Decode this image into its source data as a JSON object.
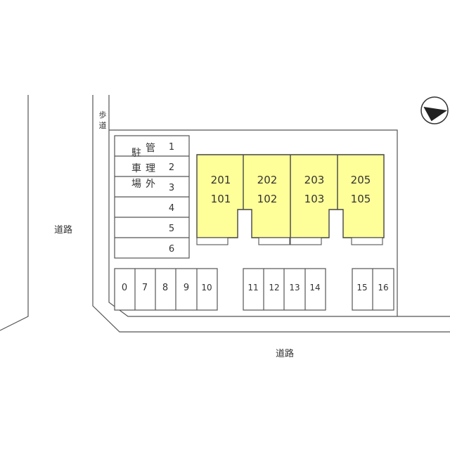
{
  "colors": {
    "line": "#555555",
    "building_fill": "#ffff99",
    "background": "#ffffff"
  },
  "labels": {
    "sidewalk_top": "歩",
    "sidewalk_bottom": "道",
    "road_left": "道路",
    "road_bottom": "道路",
    "parking_note_col1": [
      "駐",
      "車",
      "場"
    ],
    "parking_note_col2": [
      "管",
      "理",
      "外"
    ],
    "north_symbol": "north-arrow-icon"
  },
  "units": [
    {
      "upper": "201",
      "lower": "101"
    },
    {
      "upper": "202",
      "lower": "102"
    },
    {
      "upper": "203",
      "lower": "103"
    },
    {
      "upper": "205",
      "lower": "105"
    }
  ],
  "side_spaces": [
    "1",
    "2",
    "3",
    "4",
    "5",
    "6"
  ],
  "bottom_spaces": {
    "group_a": [
      "0",
      "7",
      "8",
      "9",
      "10"
    ],
    "group_b": [
      "11",
      "12",
      "13",
      "14"
    ],
    "group_c": [
      "15",
      "16"
    ]
  }
}
